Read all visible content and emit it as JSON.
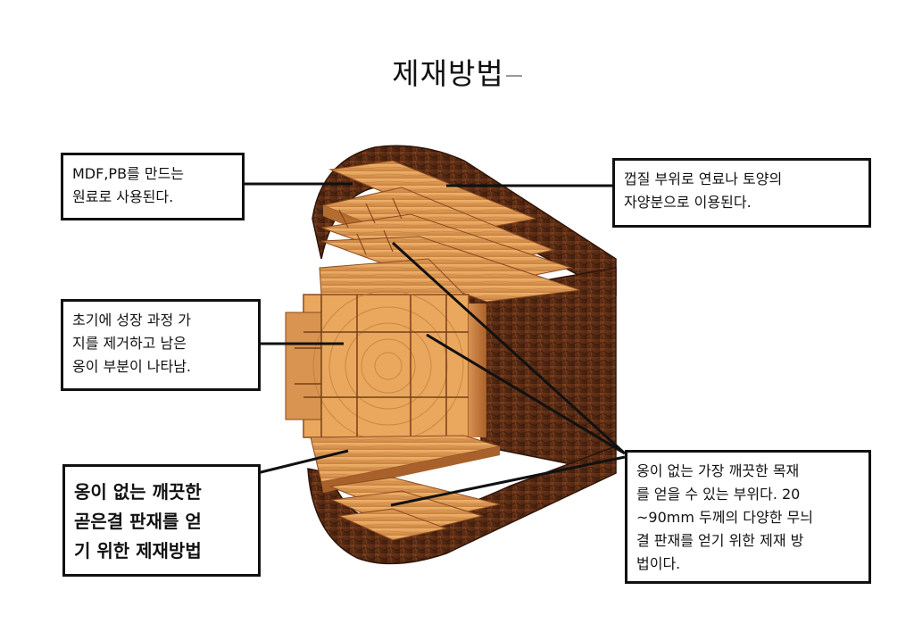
{
  "title": "제재방법",
  "annotations": {
    "mdf_pb": "MDF,PB를 만드는\n원료로  사용된다.",
    "bark": "껍질  부위로  연료나  토양의\n자양분으로  이용된다.",
    "knots": "초기에  성장  과정  가\n지를  제거하고  남은\n옹이  부분이  나타남.",
    "quarter_sawn": "옹이 없는 깨끗한\n곧은결 판재를 얻\n기 위한 제재방법",
    "clear_wood": "옹이  없는  가장  깨끗한  목재\n를  얻을  수  있는  부위다.  20\n~90mm  두께의  다양한  무늬\n결  판재를  얻기  위한  제재  방\n법이다."
  },
  "colors": {
    "bark_dark": "#5a2c14",
    "bark_mid": "#8a4a24",
    "wood_light": "#e0a05a",
    "wood_mid": "#c98040",
    "wood_dark": "#a8612a",
    "line": "#111111"
  }
}
